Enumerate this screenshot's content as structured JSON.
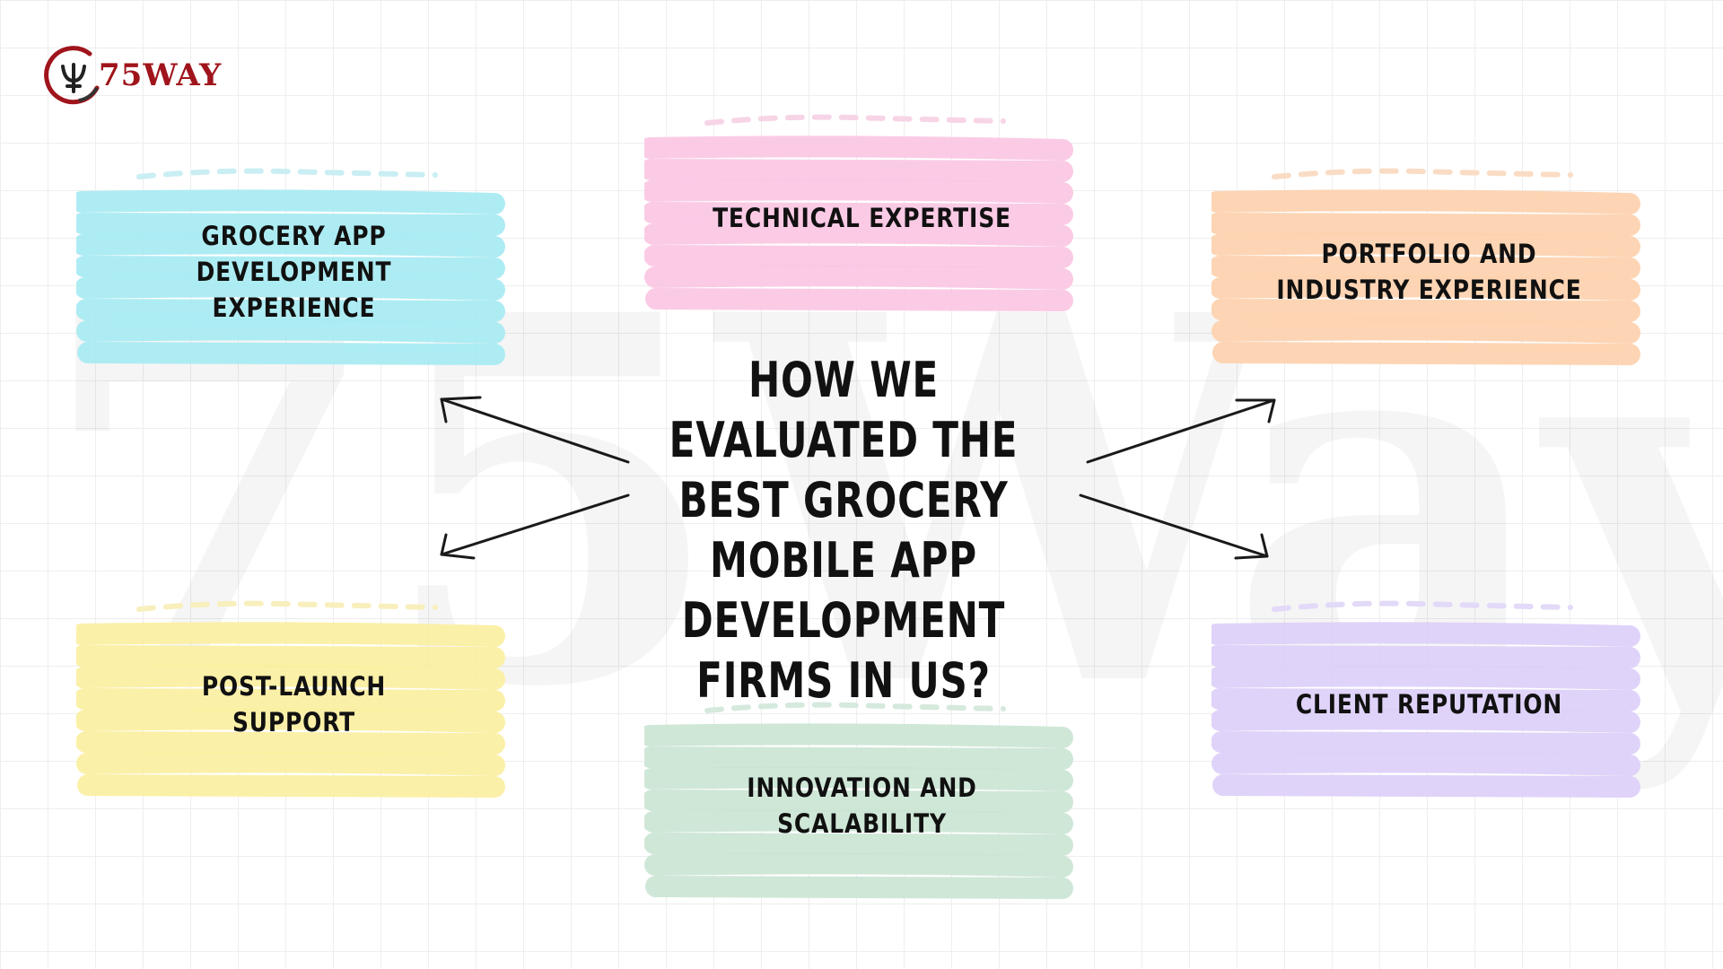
{
  "brand": {
    "logo_text": "75WAY",
    "watermark": "75Way"
  },
  "title": "HOW WE EVALUATED THE BEST GROCERY MOBILE APP DEVELOPMENT FIRMS IN US?",
  "cards": [
    {
      "id": "grocery",
      "label": "GROCERY APP DEVELOPMENT EXPERIENCE",
      "color": "#a7eaf2",
      "dash_color": "#c9eef3"
    },
    {
      "id": "technical",
      "label": "TECHNICAL EXPERTISE",
      "color": "#fbc7e3",
      "dash_color": "#f7d4e6"
    },
    {
      "id": "portfolio",
      "label": "PORTFOLIO AND INDUSTRY EXPERIENCE",
      "color": "#fdd1ae",
      "dash_color": "#fadcc4"
    },
    {
      "id": "postlaunch",
      "label": "POST-LAUNCH SUPPORT",
      "color": "#fbef9f",
      "dash_color": "#f8efbd"
    },
    {
      "id": "innovation",
      "label": "INNOVATION AND SCALABILITY",
      "color": "#cbe5d4",
      "dash_color": "#d5e9dd"
    },
    {
      "id": "reputation",
      "label": "CLIENT REPUTATION",
      "color": "#ddcff8",
      "dash_color": "#e3d9f8"
    }
  ]
}
